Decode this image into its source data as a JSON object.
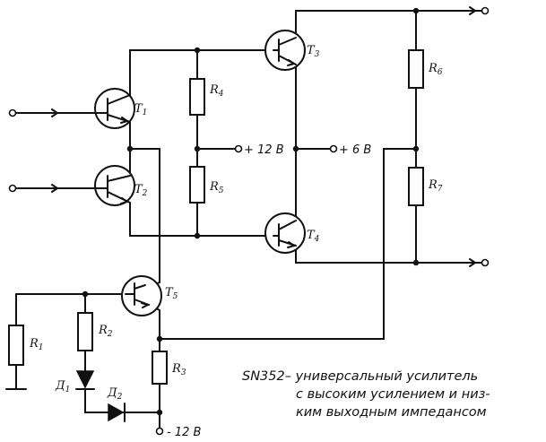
{
  "components": {
    "t1": "T",
    "t1_sub": "1",
    "t2": "T",
    "t2_sub": "2",
    "t3": "T",
    "t3_sub": "3",
    "t4": "T",
    "t4_sub": "4",
    "t5": "T",
    "t5_sub": "5",
    "r1": "R",
    "r1_sub": "1",
    "r2": "R",
    "r2_sub": "2",
    "r3": "R",
    "r3_sub": "3",
    "r4": "R",
    "r4_sub": "4",
    "r5": "R",
    "r5_sub": "5",
    "r6": "R",
    "r6_sub": "6",
    "r7": "R",
    "r7_sub": "7",
    "d1": "Д",
    "d1_sub": "1",
    "d2": "Д",
    "d2_sub": "2"
  },
  "supply": {
    "plus12": "+ 12 В",
    "plus6": "+ 6 В",
    "minus12": "- 12 В"
  },
  "caption": {
    "line1": "SN352– универсальный усилитель",
    "line2": "с высоким усилением и низ-",
    "line3": "ким выходным импедансом"
  }
}
